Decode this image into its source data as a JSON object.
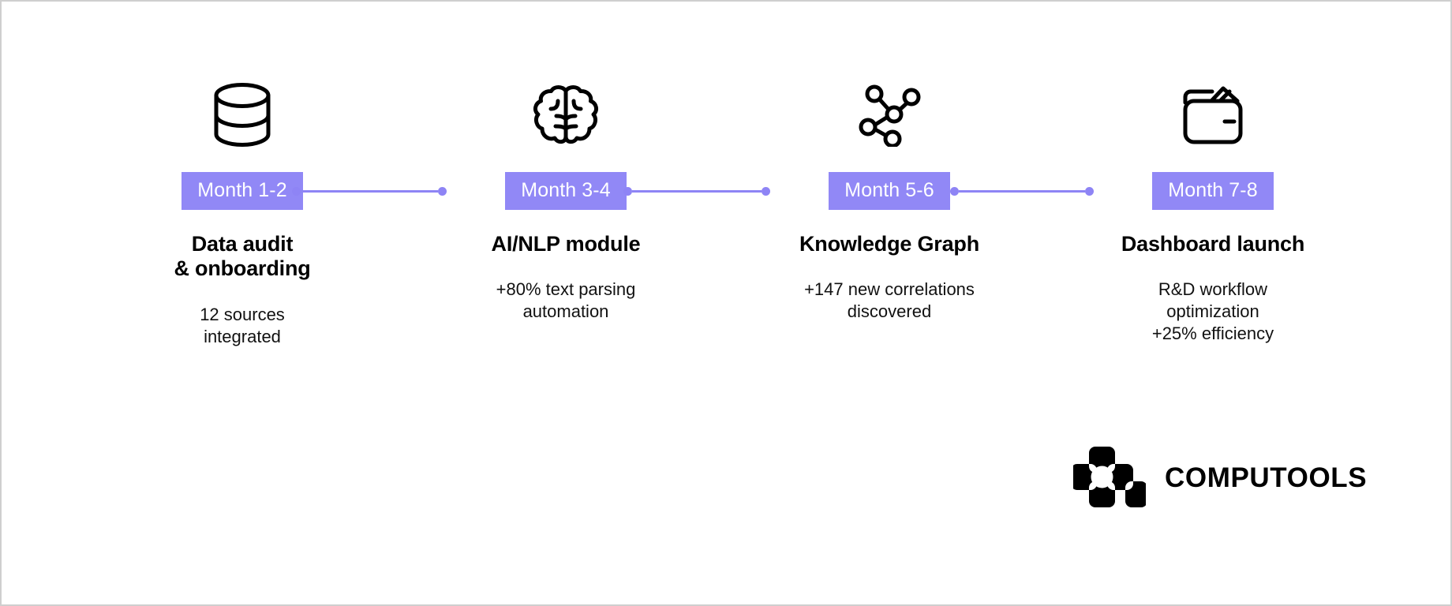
{
  "theme": {
    "background": "#ffffff",
    "border_color": "#cfcfcf",
    "accent": "#9188f6",
    "connector_color": "#8e84f5",
    "text_color": "#000000"
  },
  "timeline": {
    "stages": [
      {
        "icon": "database-icon",
        "badge": "Month 1-2",
        "title": "Data audit\n& onboarding",
        "description": "12 sources\nintegrated"
      },
      {
        "icon": "brain-icon",
        "badge": "Month 3-4",
        "title": "AI/NLP module",
        "description": "+80% text parsing\nautomation"
      },
      {
        "icon": "graph-network-icon",
        "badge": "Month 5-6",
        "title": "Knowledge Graph",
        "description": "+147 new correlations\ndiscovered"
      },
      {
        "icon": "wallet-icon",
        "badge": "Month 7-8",
        "title": "Dashboard launch",
        "description": "R&D workflow\noptimization\n+25% efficiency"
      }
    ]
  },
  "logo": {
    "mark": "computools-logo-mark",
    "wordmark": "COMPUTOOLS"
  }
}
